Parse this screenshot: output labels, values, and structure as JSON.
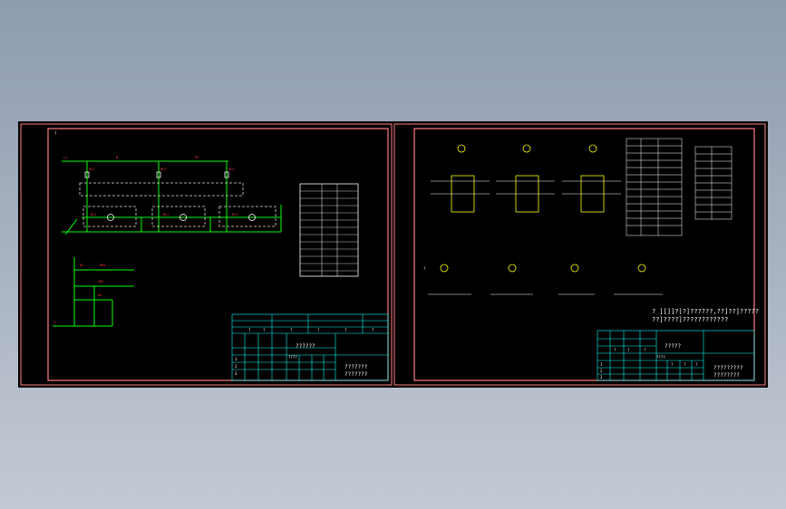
{
  "colors": {
    "background_top": "#8e9cae",
    "background_bottom": "#c4cad3",
    "sheet": "#000000",
    "frame": "#ff7f7f",
    "wire": "#00ff00",
    "label": "#ff3b3b",
    "dashed": "#e0e0e0",
    "symbol": "#ffff00",
    "table_line": "#00ffff",
    "text_white": "#ffffff"
  },
  "left_sheet": {
    "annotation": "?",
    "title_block": {
      "drawing_name": "??????",
      "company": "???????",
      "company2": "???????",
      "scale_label": "????",
      "row_labels": [
        "1",
        "2",
        "3"
      ],
      "cols": [
        "?",
        "?",
        "?",
        "?",
        "?",
        "?"
      ]
    }
  },
  "right_sheet": {
    "annotation": "?",
    "notes": [
      "? ][]]?]?]??????,??]??]?????",
      "??]????]????????????"
    ],
    "title_block": {
      "drawing_name": "?????",
      "company": "?????????",
      "company2": "????????",
      "scale_label": "????",
      "row_labels": [
        "1",
        "2",
        "3"
      ],
      "cols": [
        "?",
        "?",
        "?",
        "?",
        "?",
        "?"
      ]
    }
  },
  "icons": {
    "lamp": "lamp-symbol-icon",
    "switch": "switch-contact-icon",
    "relay": "relay-coil-icon"
  }
}
